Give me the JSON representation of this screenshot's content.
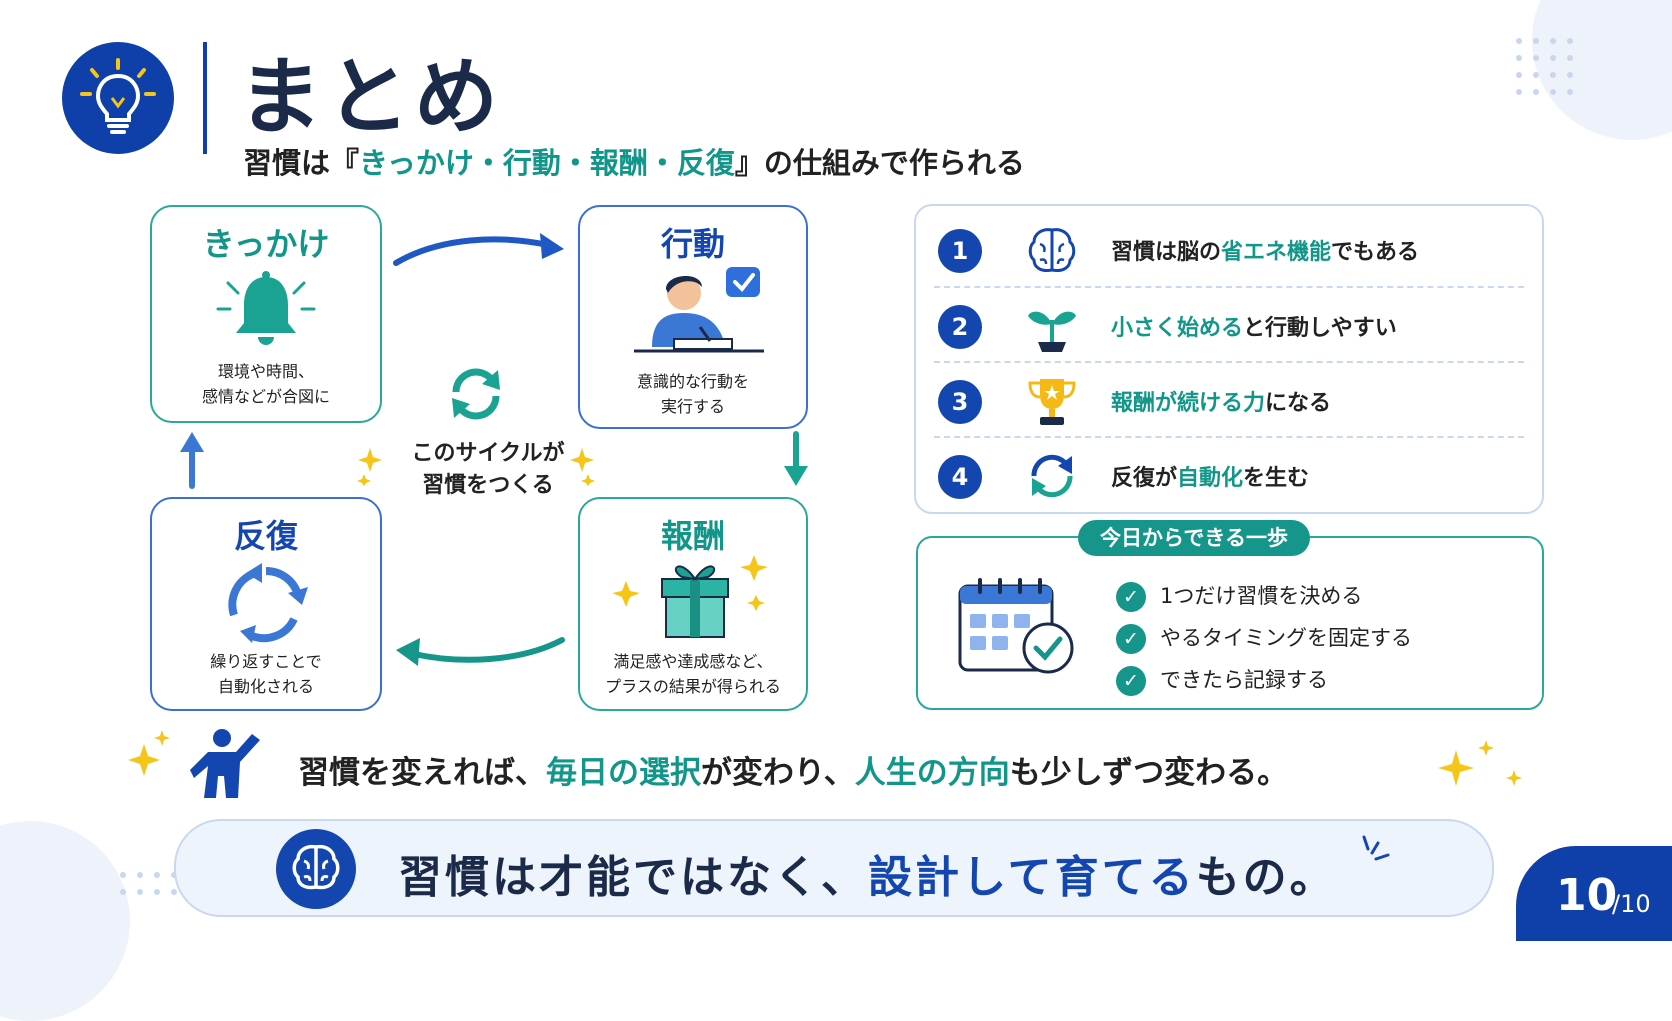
{
  "slide": {
    "title": "まとめ",
    "subtitle": {
      "prefix": "習慣は『",
      "highlight": "きっかけ・行動・報酬・反復",
      "suffix": "』の仕組みで作られる"
    }
  },
  "cycle": {
    "center_label_line1": "このサイクルが",
    "center_label_line2": "習慣をつくる",
    "cards": {
      "trigger": {
        "title": "きっかけ",
        "desc1": "環境や時間、",
        "desc2": "感情などが合図に"
      },
      "action": {
        "title": "行動",
        "desc1": "意識的な行動を",
        "desc2": "実行する"
      },
      "reward": {
        "title": "報酬",
        "desc1": "満足感や達成感など、",
        "desc2": "プラスの結果が得られる"
      },
      "repeat": {
        "title": "反復",
        "desc1": "繰り返すことで",
        "desc2": "自動化される"
      }
    }
  },
  "points": [
    {
      "num": "1",
      "icon": "brain-icon",
      "pre": "習慣は脳の",
      "hl": "省エネ機能",
      "post": "でもある"
    },
    {
      "num": "2",
      "icon": "sprout-icon",
      "pre": "",
      "hl": "小さく始める",
      "post": "と行動しやすい"
    },
    {
      "num": "3",
      "icon": "trophy-icon",
      "pre": "",
      "hl": "報酬が続ける力",
      "post": "になる"
    },
    {
      "num": "4",
      "icon": "cycle-icon",
      "pre": "反復が",
      "hl": "自動化",
      "post": "を生む"
    }
  ],
  "first_steps": {
    "heading": "今日からできる一歩",
    "items": [
      "1つだけ習慣を決める",
      "やるタイミングを固定する",
      "できたら記録する"
    ]
  },
  "message": {
    "p1": "習慣を変えれば、",
    "h1": "毎日の選択",
    "p2": "が変わり、",
    "h2": "人生の方向",
    "p3": "も少しずつ変わる。"
  },
  "conclusion": {
    "pre": "習慣は才能ではなく、",
    "hl": "設計して育てる",
    "post": "もの。"
  },
  "page": {
    "current": "10",
    "total": "/10"
  },
  "colors": {
    "navy": "#0f3fa8",
    "teal": "#12968a",
    "accent_yellow": "#f5c518"
  }
}
